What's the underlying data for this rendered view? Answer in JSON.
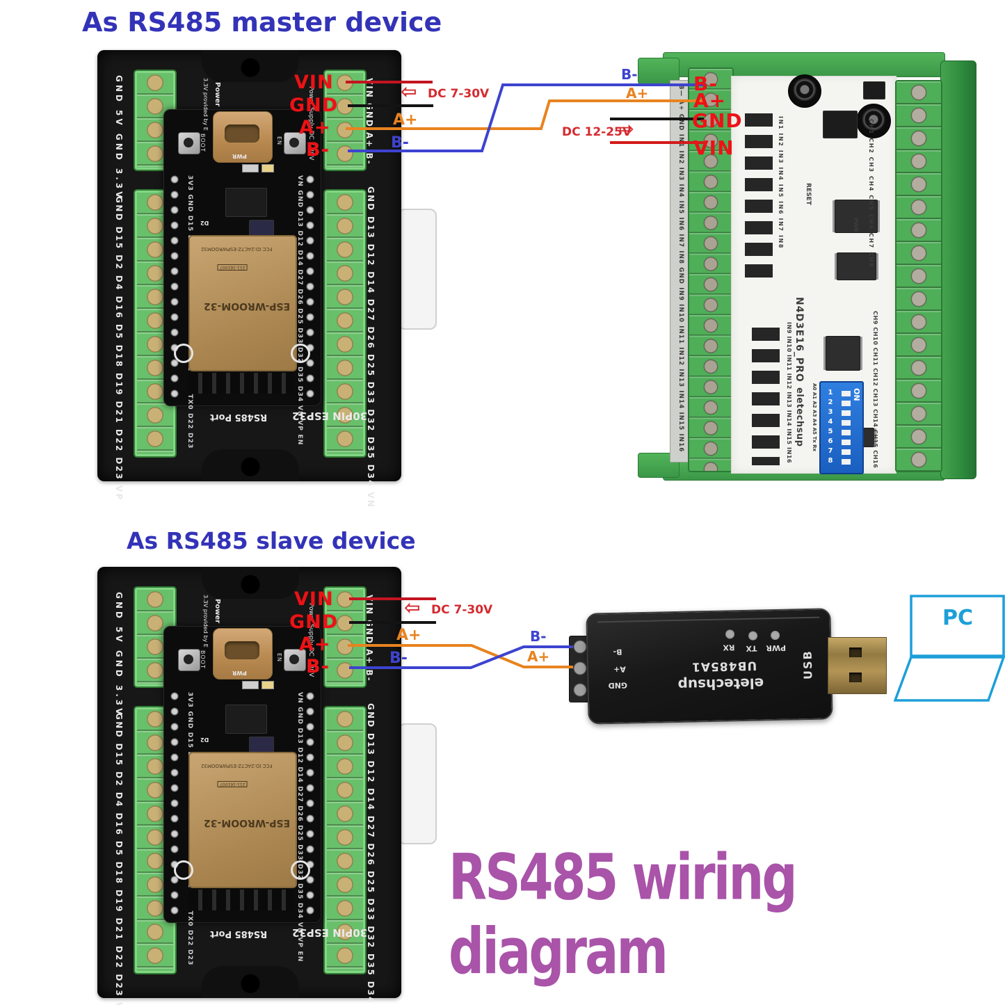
{
  "titles": {
    "master": "As RS485 master device",
    "slave": "As RS485 slave device",
    "main": "RS485 wiring diagram"
  },
  "colors": {
    "title_blue": "#3333b8",
    "title_magenta": "#a953a9",
    "red_pin_label": "#ec1216",
    "wire_red": "#c41420",
    "wire_black": "#131313",
    "wire_orange": "#e8831f",
    "wire_blue": "#3d43cf",
    "pc_cyan": "#1d9fd9",
    "terminal_green": "#69c06b",
    "relay_green": "#3b9747",
    "dip_blue": "#1a5fc0"
  },
  "esp32_board": {
    "labels": {
      "left_top": "GND 5V GND 3.3V",
      "left_bottom": "GND D15 D2 D4 D16 D5 D18 D19 D21 D22 D23 VP",
      "right_top": "VIN GND A+ B-",
      "right_bottom": "GND D13 D12 D14 D27 D26 D25 D33 D32 D35 D34 VN",
      "inner_left": "3V3 GND D15 D2 D4 D16 D17 D5 D18 D19 D21 RX0 TX0 D22 D23",
      "inner_right": "VN GND D13 D12 D14 D27 D26 D25 D33 D32 D35 D34 VN VP EN"
    },
    "buttons": {
      "boot": "BOOT",
      "en": "EN"
    },
    "notes": {
      "power": "Power",
      "provided": "3.3V provided by E",
      "supply": "Power Supply DC 7-30V",
      "pwr_led": "PWR",
      "d2_led": "D2"
    },
    "module": {
      "name": "ESP-WROOM-32",
      "fcc": "FCC ID:2AC7Z-ESPWROOM32",
      "cert": "211-161007"
    },
    "bottom": {
      "port": "RS485 Port",
      "name": "30PIN ESP32"
    },
    "rs485_pins": {
      "vin": "VIN",
      "gnd": "GND",
      "a": "A+",
      "b": "B-"
    }
  },
  "relay_module": {
    "model": "N4D3E16_PRO",
    "brand": "eletechsup",
    "reset": "RESET",
    "pwr": "PWR",
    "terminal_strip": "B— A+ GND IN1 IN2 IN3 IN4 IN5 IN6 IN7 IN8 GND IN9 IN10 IN11 IN12 IN13 IN14 IN15 IN16",
    "in_top": "IN1 IN2 IN3 IN4 IN5 IN6 IN7 IN8",
    "in_bottom": "IN9 IN10 IN11 IN12 IN13 IN14 IN15 IN16",
    "ch_top": "CH1 CH2 CH3 CH4 CH5 CH6 CH7 CH8",
    "ch_bottom": "CH9 CH10 CH11 CH12 CH13 CH14 CH15 CH16",
    "addr": "A0 A1 A2 A3 A4 A5 Tx Rx",
    "dip": {
      "on": "ON",
      "numbers": "1 2 3 4 5 6 7 8"
    },
    "rs485_pins": {
      "b": "B-",
      "a": "A+",
      "gnd": "GND",
      "vin": "VIN"
    }
  },
  "usb_converter": {
    "model": "UB485A1",
    "brand": "eletechsup",
    "leds": {
      "rx": "RX",
      "tx": "TX",
      "pwr": "PWR"
    },
    "usb": "USB",
    "terminals": {
      "b": "B-",
      "a": "A+",
      "gnd": "GND"
    }
  },
  "pc": {
    "label": "PC"
  },
  "wiring": {
    "a_label": "A+",
    "b_label": "B-",
    "dc_esp": "DC 7-30V",
    "dc_relay": "DC 12-25V",
    "icons": {
      "arrow_left": "⇦",
      "arrow_right": "⇨"
    }
  }
}
